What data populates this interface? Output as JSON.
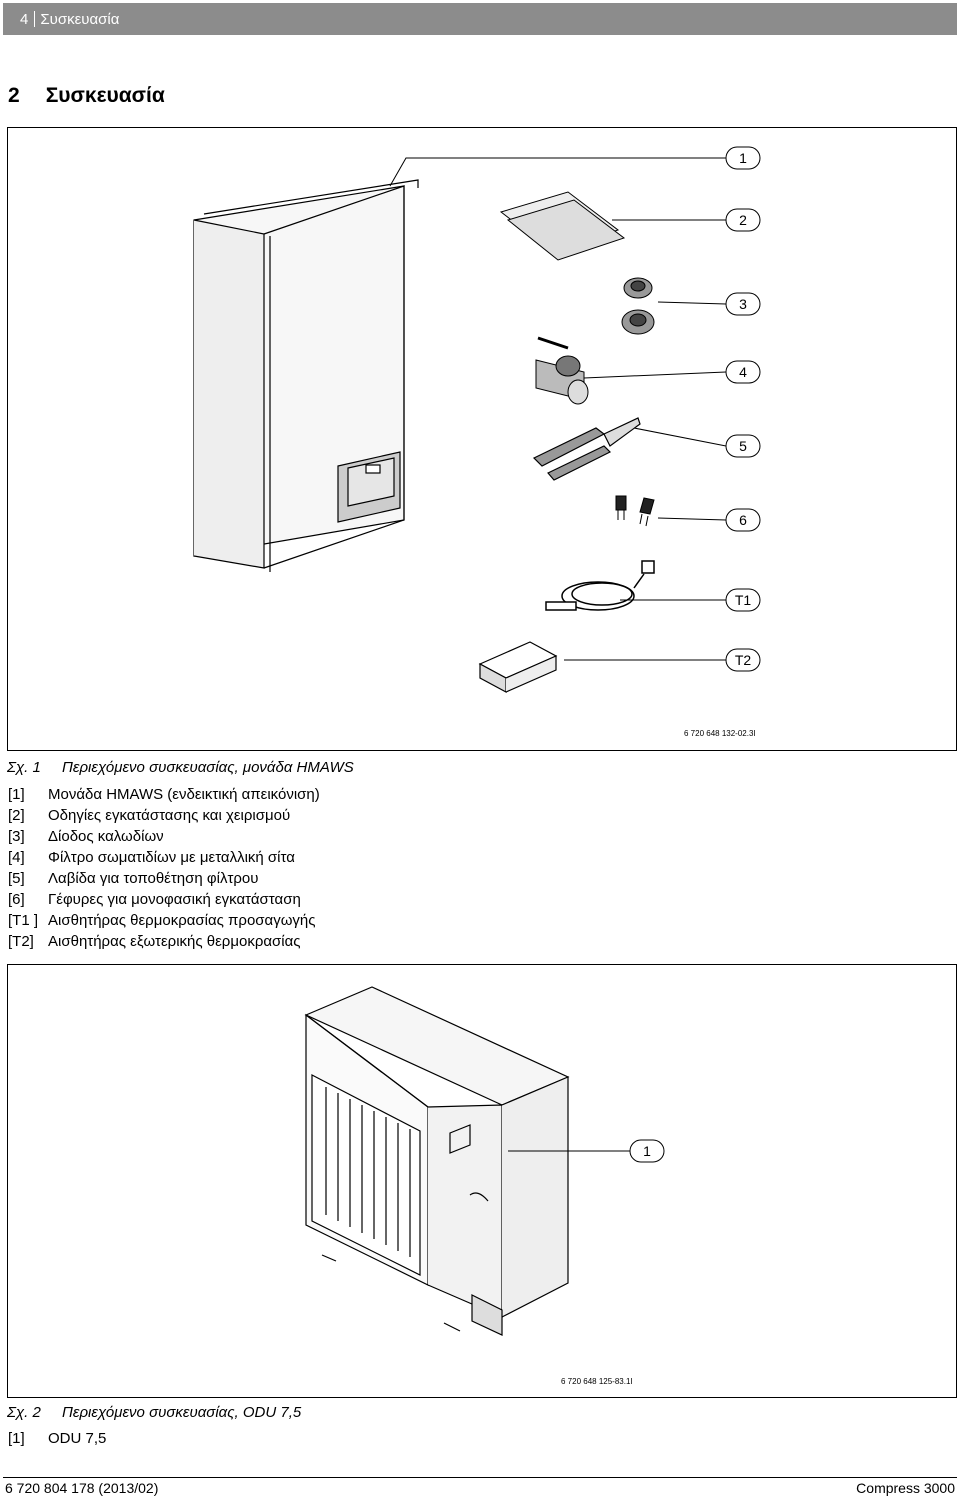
{
  "header": {
    "page_number": "4",
    "section": "Συσκευασία"
  },
  "section_title": {
    "number": "2",
    "text": "Συσκευασία"
  },
  "figure1": {
    "callouts": [
      "1",
      "2",
      "3",
      "4",
      "5",
      "6",
      "T1",
      "T2"
    ],
    "code": "6 720 648 132-02.3I",
    "caption_label": "Σχ. 1",
    "caption_text": "Περιεχόμενο συσκευασίας, μονάδα HMAWS",
    "legend": [
      {
        "key": "[1]",
        "text": "Μονάδα HMAWS (ενδεικτική απεικόνιση)"
      },
      {
        "key": "[2]",
        "text": "Οδηγίες εγκατάστασης και χειρισμού"
      },
      {
        "key": "[3]",
        "text": "Δίοδος καλωδίων"
      },
      {
        "key": "[4]",
        "text": "Φίλτρο σωματιδίων με μεταλλική σίτα"
      },
      {
        "key": "[5]",
        "text": "Λαβίδα για τοποθέτηση φίλτρου"
      },
      {
        "key": "[6]",
        "text": "Γέφυρες για μονοφασική εγκατάσταση"
      },
      {
        "key": "[T1 ]",
        "text": "Αισθητήρας θερμοκρασίας προσαγωγής"
      },
      {
        "key": "[T2]",
        "text": "Αισθητήρας εξωτερικής θερμοκρασίας"
      }
    ]
  },
  "figure2": {
    "callouts": [
      "1"
    ],
    "code": "6 720 648 125-83.1I",
    "caption_label": "Σχ. 2",
    "caption_text": "Περιεχόμενο συσκευασίας, ODU 7,5",
    "legend": [
      {
        "key": "[1]",
        "text": "ODU 7,5"
      }
    ]
  },
  "footer": {
    "doc_number": "6 720 804 178 (2013/02)",
    "product": "Compress 3000"
  }
}
